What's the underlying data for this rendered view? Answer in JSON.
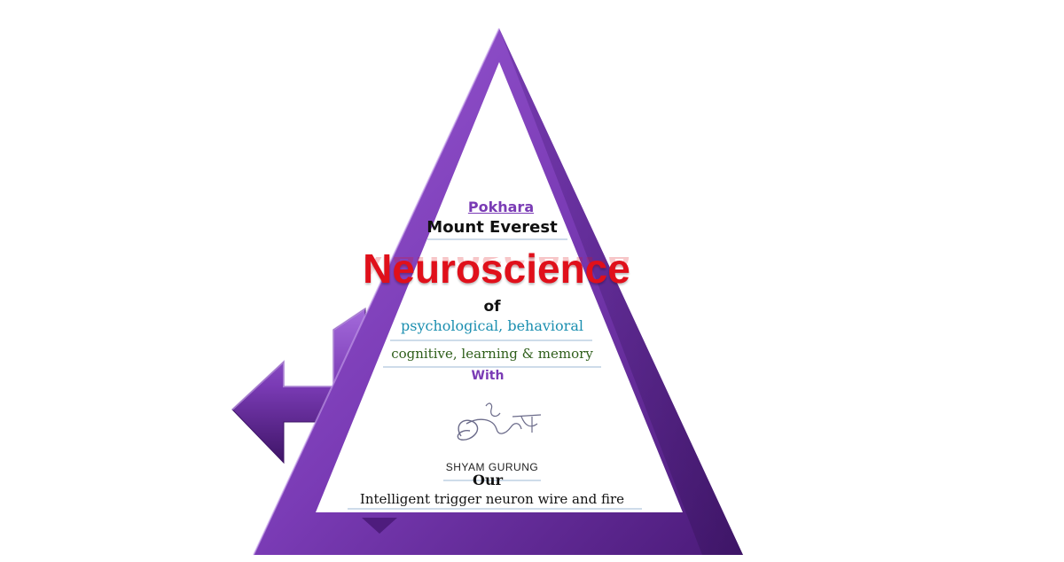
{
  "colors": {
    "purple": "#7A3BB5",
    "purple_dark": "#4A1A78",
    "red": "#E0101B",
    "teal": "#1B8FB0",
    "green": "#2E5E1A"
  },
  "icons": [
    "pyramid-shape",
    "left-arrow-shape",
    "signature-mark"
  ],
  "heading": {
    "pokhara": "Pokhara",
    "everest": "Mount Everest"
  },
  "title": "Neuroscience",
  "body": {
    "of": "of",
    "line1": "psychological, behavioral",
    "line2": "cognitive, learning & memory",
    "with": "With"
  },
  "signature": {
    "name": "SHYAM GURUNG",
    "text": "Shyam गु"
  },
  "footer": {
    "our": "Our",
    "tagline": "Intelligent trigger neuron wire and fire"
  }
}
